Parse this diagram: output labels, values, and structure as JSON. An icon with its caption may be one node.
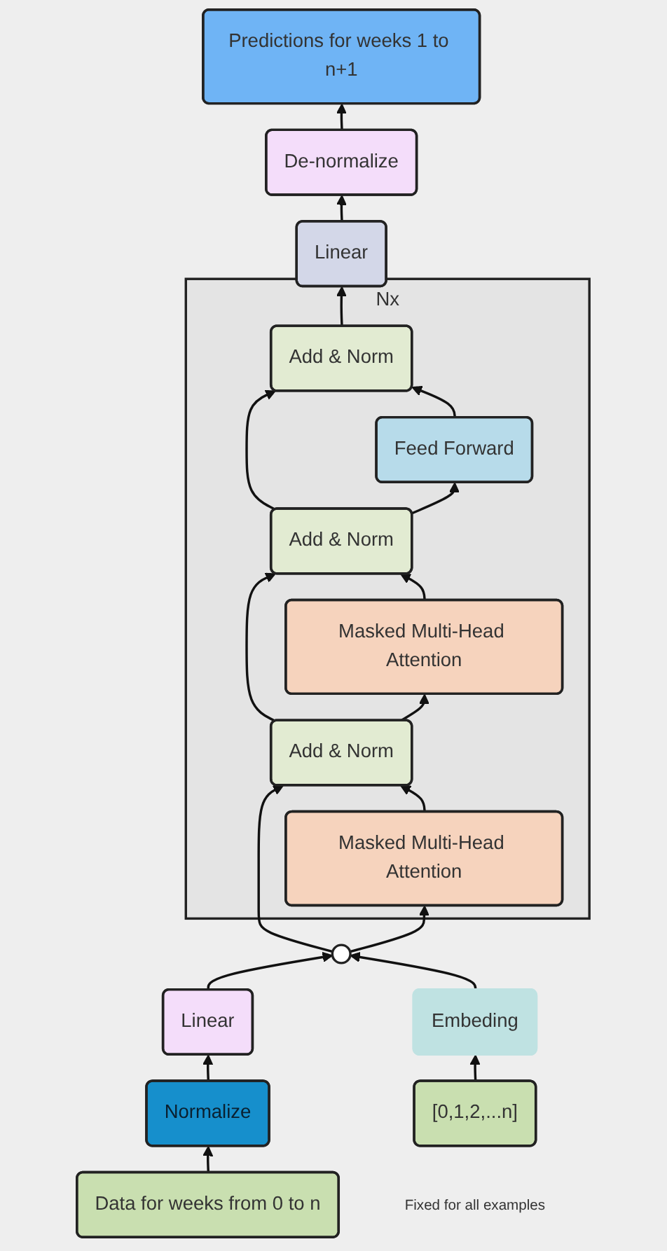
{
  "diagram": {
    "nodes": [
      {
        "text": [
          "Predictions for weeks 1 to n+1"
        ]
      },
      {
        "text": [
          "De-normalize"
        ]
      },
      {
        "text": [
          "Linear"
        ]
      },
      {
        "text": [
          "Nx"
        ]
      },
      {
        "text": [
          "Add & Norm"
        ],
        "in": 3
      },
      {
        "text": [
          "Feed Forward"
        ],
        "in": 3
      },
      {
        "text": [
          "Add & Norm"
        ],
        "in": 3
      },
      {
        "text": [
          "Masked Multi-Head Attention"
        ],
        "in": 3
      },
      {
        "text": [
          "Add & Norm"
        ],
        "in": 3
      },
      {
        "text": [
          "Masked Multi-Head Attention"
        ],
        "in": 3
      },
      {
        "text": [],
        "shape": "circle"
      },
      {
        "text": [
          "Embeding"
        ]
      },
      {
        "text": [
          "Linear"
        ]
      },
      {
        "text": [
          "[0,1,2,...n]"
        ],
        "beside": [
          "Fixed for all examples"
        ]
      },
      {
        "text": [
          "Normalize"
        ]
      },
      {
        "text": [
          "Data for weeks from 0 to n"
        ]
      }
    ],
    "edges": [
      {
        "from": 15,
        "to": 14,
        "arrow": "to"
      },
      {
        "from": 14,
        "to": 12,
        "arrow": "to"
      },
      {
        "from": 12,
        "to": 10,
        "arrow": "to"
      },
      {
        "from": 11,
        "to": 10,
        "arrow": "to"
      },
      {
        "from": 13,
        "to": 11,
        "arrow": "to"
      },
      {
        "from": 10,
        "to": 9,
        "arrow": "to"
      },
      {
        "from": 10,
        "to": 8,
        "arrow": "to"
      },
      {
        "from": 9,
        "to": 8,
        "arrow": "to"
      },
      {
        "from": 8,
        "to": 7,
        "arrow": "to"
      },
      {
        "from": 8,
        "to": 6,
        "arrow": "to"
      },
      {
        "from": 7,
        "to": 6,
        "arrow": "to"
      },
      {
        "from": 6,
        "to": 5,
        "arrow": "to"
      },
      {
        "from": 6,
        "to": 4,
        "arrow": "to"
      },
      {
        "from": 5,
        "to": 4,
        "arrow": "to"
      },
      {
        "from": 4,
        "to": 2,
        "arrow": "to"
      },
      {
        "from": 2,
        "to": 1,
        "arrow": "to"
      },
      {
        "from": 1,
        "to": 0,
        "arrow": "to"
      }
    ]
  }
}
